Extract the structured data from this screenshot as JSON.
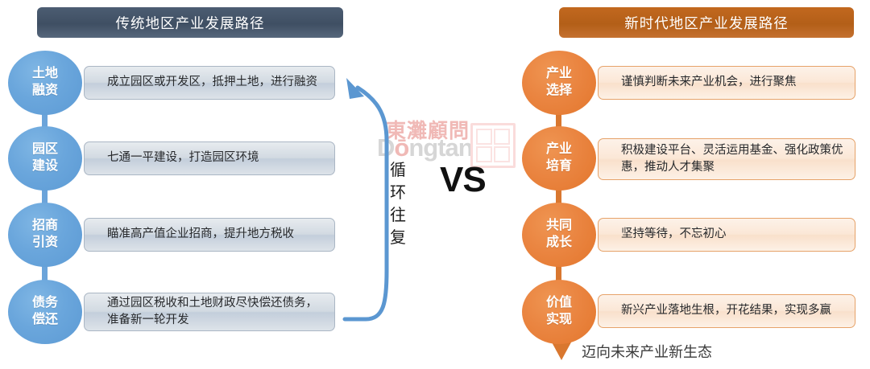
{
  "left_column": {
    "header": "传统地区产业发展路径",
    "header_color": "#43536a",
    "node_color": "#6aa6dc",
    "steps": [
      {
        "title_line1": "土地",
        "title_line2": "融资",
        "desc": "成立园区或开发区，抵押土地，进行融资"
      },
      {
        "title_line1": "园区",
        "title_line2": "建设",
        "desc": "七通一平建设，打造园区环境"
      },
      {
        "title_line1": "招商",
        "title_line2": "引资",
        "desc": "瞄准高产值企业招商，提升地方税收"
      },
      {
        "title_line1": "债务",
        "title_line2": "偿还",
        "desc": "通过园区税收和土地财政尽快偿还债务，准备新一轮开发"
      }
    ],
    "cycle_label": [
      "循",
      "环",
      "往",
      "复"
    ],
    "cycle_arrow_color": "#5b97d1"
  },
  "right_column": {
    "header": "新时代地区产业发展路径",
    "header_color": "#b9621a",
    "node_color": "#e87f36",
    "steps": [
      {
        "title_line1": "产业",
        "title_line2": "选择",
        "desc": "谨慎判断未来产业机会，进行聚焦"
      },
      {
        "title_line1": "产业",
        "title_line2": "培育",
        "desc": "积极建设平台、灵活运用基金、强化政策优惠，推动人才集聚"
      },
      {
        "title_line1": "共同",
        "title_line2": "成长",
        "desc": "坚持等待，不忘初心"
      },
      {
        "title_line1": "价值",
        "title_line2": "实现",
        "desc": "新兴产业落地生根，开花结果，实现多赢"
      }
    ],
    "outcome_label": "迈向未来产业新生态",
    "outcome_arrow_color": "#d9772f"
  },
  "center": {
    "vs_label": "VS"
  },
  "watermark": {
    "chinese": "東灘顧問",
    "english_pre": "D",
    "english_dot": "ō",
    "english_post": "ngtan",
    "seal_color": "#f6d7d5"
  }
}
